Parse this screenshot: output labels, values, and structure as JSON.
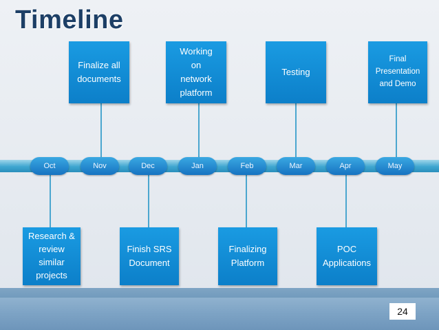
{
  "title": "Timeline",
  "months": [
    "Oct",
    "Nov",
    "Dec",
    "Jan",
    "Feb",
    "Mar",
    "Apr",
    "May"
  ],
  "top_events": [
    "Finalize all\ndocuments",
    "Working\non\nnetwork\nplatform",
    "Testing",
    "Final\nPresentation\nand Demo"
  ],
  "bottom_events": [
    "Research &\nreview\nsimilar\nprojects",
    "Finish SRS\nDocument",
    "Finalizing\nPlatform",
    "POC\nApplications"
  ],
  "page_number": "24",
  "colors": {
    "card": "#0c85cf",
    "month_pill": "#1b7cc6",
    "axis": "#3ea6d0",
    "title": "#1d3f66"
  }
}
